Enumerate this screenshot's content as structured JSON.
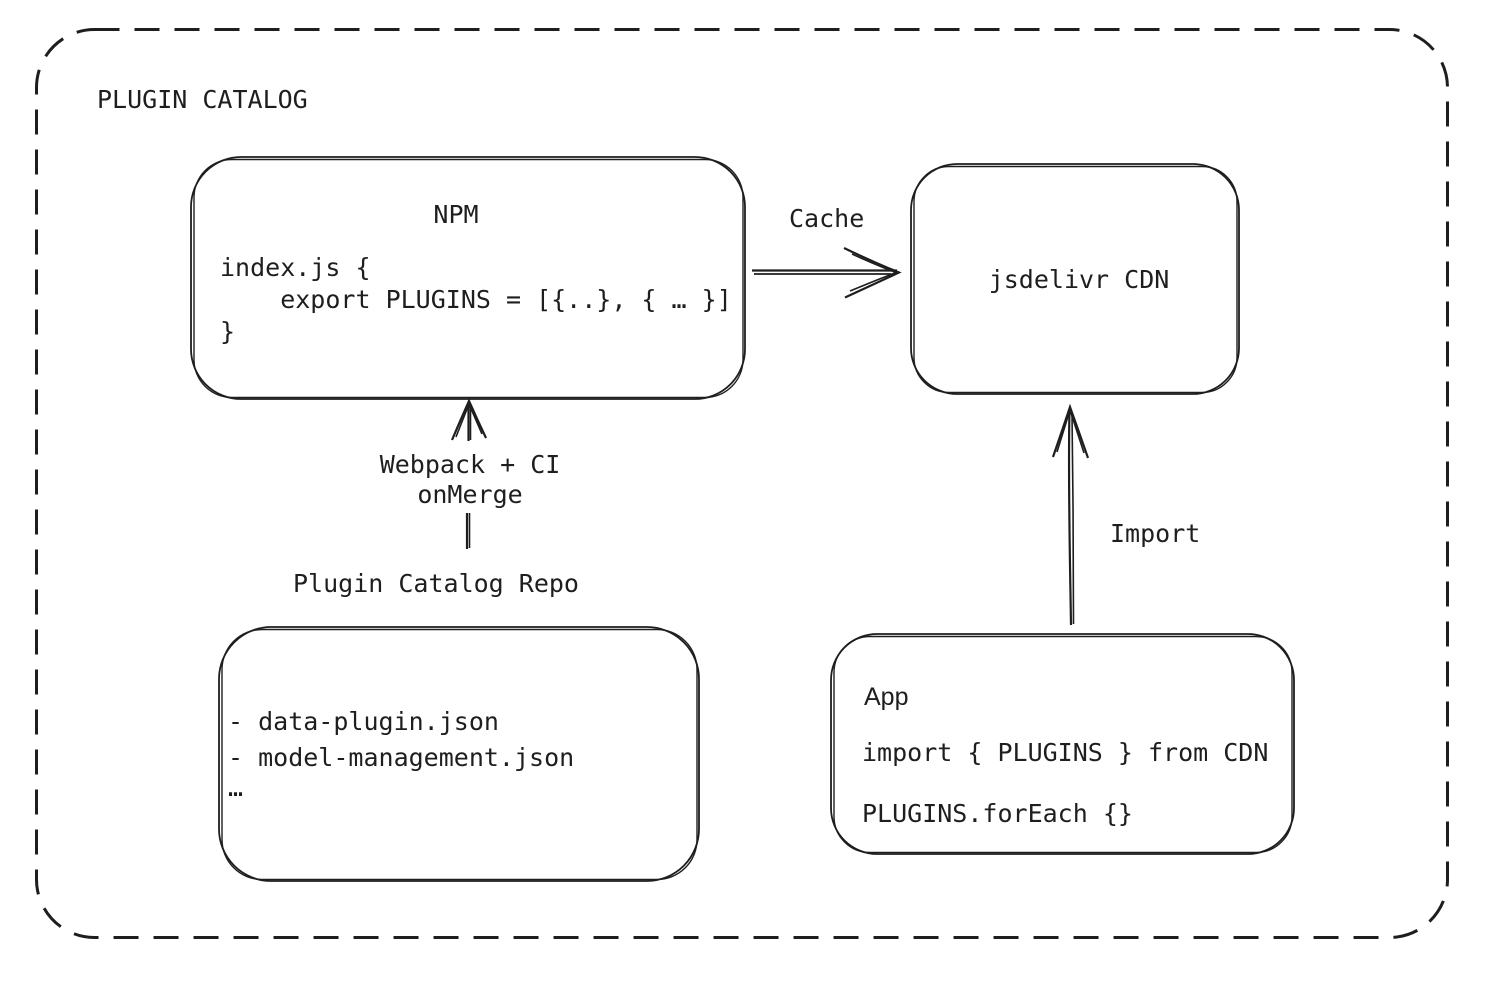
{
  "colors": {
    "stroke": "#1e1e1e",
    "background": "#ffffff"
  },
  "frame": {
    "title": "PLUGIN CATALOG"
  },
  "nodes": {
    "npm": {
      "title": "NPM",
      "code": [
        "index.js {",
        "    export PLUGINS = [{..}, { … }]",
        "}"
      ]
    },
    "cdn": {
      "label": "jsdelivr CDN"
    },
    "repo": {
      "label": "Plugin Catalog Repo",
      "items": [
        "- data-plugin.json",
        "- model-management.json",
        "…"
      ]
    },
    "app": {
      "title": "App",
      "lines": [
        "import { PLUGINS } from CDN",
        "PLUGINS.forEach {}"
      ]
    }
  },
  "edges": {
    "cache": {
      "label": "Cache"
    },
    "build": {
      "label_line1": "Webpack + CI",
      "label_line2": "onMerge"
    },
    "import": {
      "label": "Import"
    }
  }
}
